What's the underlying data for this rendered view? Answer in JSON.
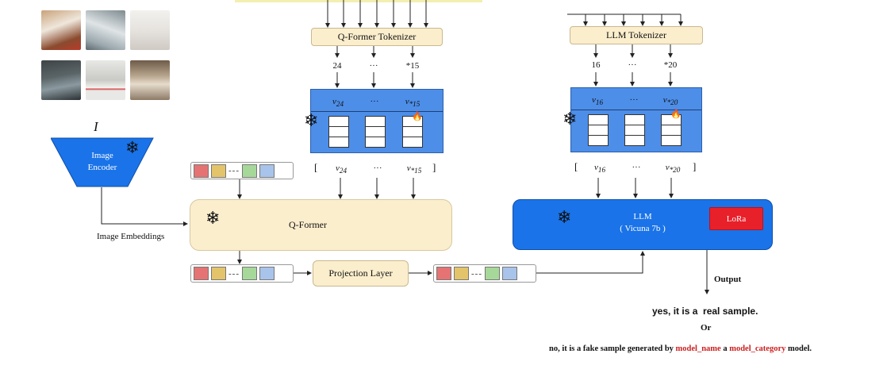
{
  "image_symbol": "I",
  "image_encoder": {
    "line1": "Image",
    "line2": "Encoder"
  },
  "image_embeddings_label": "Image Embeddings",
  "qformer_tokenizer": "Q-Former Tokenizer",
  "llm_tokenizer": "LLM Tokenizer",
  "qformer_tokens": [
    "24",
    "···",
    "*15"
  ],
  "llm_tokens": [
    "16",
    "···",
    "*20"
  ],
  "qformer_vectors": {
    "v1": "v",
    "s1": "24",
    "dots": "···",
    "v2": "v",
    "s2": "*15"
  },
  "llm_vectors": {
    "v1": "v",
    "s1": "16",
    "dots": "···",
    "v2": "v",
    "s2": "*20"
  },
  "bracket_left": "[",
  "bracket_right": "]",
  "qformer_label": "Q-Former",
  "llm_label": {
    "line1": "LLM",
    "line2": "( Vicuna 7b )"
  },
  "lora_label": "LoRa",
  "projection_layer": "Projection Layer",
  "output_label": "Output",
  "answer_real": "yes, it is a  real sample.",
  "or_label": "Or",
  "answer_fake": {
    "prefix": "no, it is a fake sample generated by ",
    "model_name": "model_name",
    "mid": " a ",
    "model_category": "model_category",
    "suffix": " model."
  },
  "dashes": "---",
  "snowflake_icon": "❄",
  "fire_icon": "🔥",
  "colors": {
    "blue_box": "#4d8ee8",
    "llm_box": "#1a73e8",
    "cream": "#fbeecd",
    "lora": "#e8202a",
    "highlight_red": "#cc1f1f",
    "token_red": "#e57373",
    "token_yellow": "#e3c46a",
    "token_green": "#a6d89a",
    "token_blue": "#a9c4ea"
  }
}
